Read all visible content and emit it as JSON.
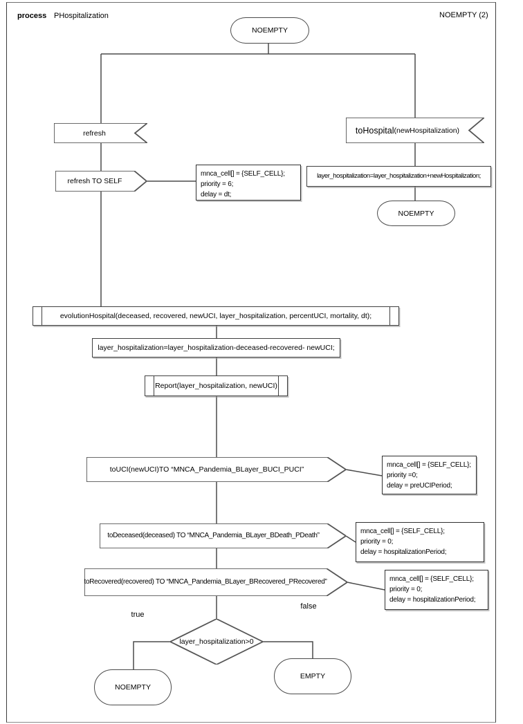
{
  "header": {
    "kind": "process",
    "title": "PHospitalization",
    "page_label": "NOEMPTY (2)"
  },
  "start_state": "NOEMPTY",
  "branches": {
    "refresh": {
      "input": "refresh",
      "output": "refresh TO SELF",
      "note": [
        "mnca_cell[] = {SELF_CELL};",
        "priority = 6;",
        "delay = dt;"
      ]
    },
    "hospital": {
      "input_name": "toHospital",
      "input_args": "(newHospitalization)",
      "task": "layer_hospitalization=layer_hospitalization+newHospitalization;",
      "next_state": "NOEMPTY"
    }
  },
  "flow": {
    "procedure": "evolutionHospital(deceased, recovered, newUCI, layer_hospitalization, percentUCI, mortality, dt);",
    "task": "layer_hospitalization=layer_hospitalization-deceased-recovered- newUCI;",
    "report": "Report(layer_hospitalization, newUCI)",
    "outputs": [
      {
        "label": "toUCI(newUCI)TO “MNCA_Pandemia_BLayer_BUCI_PUCI”",
        "note": [
          "mnca_cell[] = {SELF_CELL};",
          "priority =0;",
          "delay = preUCIPeriod;"
        ]
      },
      {
        "label": "toDeceased(deceased) TO “MNCA_Pandemia_BLayer_BDeath_PDeath”",
        "note": [
          "mnca_cell[] = {SELF_CELL};",
          "priority = 0;",
          "delay = hospitalizationPeriod;"
        ]
      },
      {
        "label": "toRecovered(recovered) TO “MNCA_Pandemia_BLayer_BRecovered_PRecovered”",
        "note": [
          "mnca_cell[] = {SELF_CELL};",
          "priority = 0;",
          "delay = hospitalizationPeriod;"
        ]
      }
    ]
  },
  "decision": {
    "condition": "layer_hospitalization>0",
    "true_label": "true",
    "false_label": "false",
    "true_state": "NOEMPTY",
    "false_state": "EMPTY"
  }
}
